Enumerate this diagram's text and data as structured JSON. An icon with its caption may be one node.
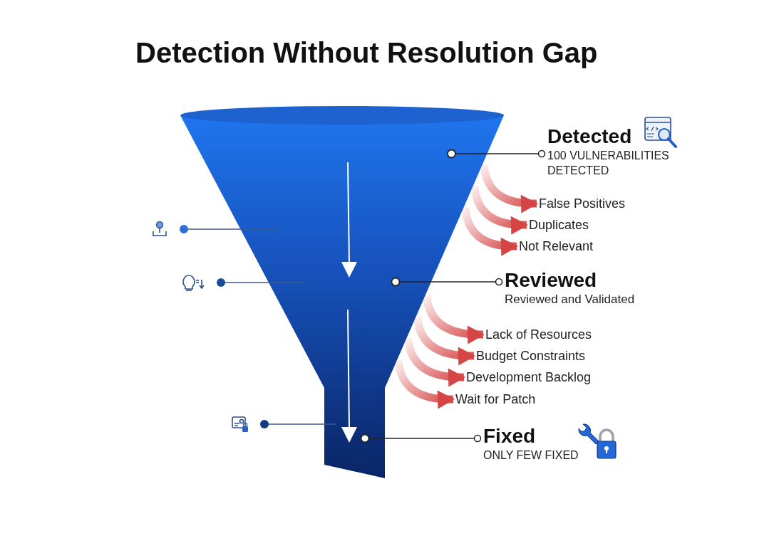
{
  "diagram": {
    "title": "Detection Without Resolution Gap",
    "nodes": [
      {
        "text": [],
        "shape": "funnel"
      },
      {
        "text": [
          "Detected",
          "100 VULNERABILITIES DETECTED"
        ]
      },
      {
        "text": [
          "Reviewed",
          "Reviewed and Validated"
        ]
      },
      {
        "text": [
          "Fixed",
          "ONLY FEW FIXED"
        ]
      },
      {
        "text": [],
        "shape": "icon"
      },
      {
        "text": [],
        "shape": "icon"
      },
      {
        "text": [],
        "shape": "icon"
      },
      {
        "text": [
          "False Positives"
        ]
      },
      {
        "text": [
          "Duplicates"
        ]
      },
      {
        "text": [
          "Not Relevant"
        ]
      },
      {
        "text": [
          "Lack of Resources"
        ]
      },
      {
        "text": [
          "Budget Constraints"
        ]
      },
      {
        "text": [
          "Development Backlog"
        ]
      },
      {
        "text": [
          "Wait for Patch"
        ]
      }
    ],
    "edges": [
      {
        "from": 1,
        "to": 0,
        "arrow": "other",
        "color": "#222222"
      },
      {
        "from": 2,
        "to": 0,
        "arrow": "other",
        "color": "#222222"
      },
      {
        "from": 3,
        "to": 0,
        "arrow": "other",
        "color": "#222222"
      },
      {
        "from": 4,
        "to": 0,
        "arrow": "other",
        "color": "#3d5a8a"
      },
      {
        "from": 5,
        "to": 0,
        "arrow": "other",
        "color": "#3d5a8a"
      },
      {
        "from": 6,
        "to": 0,
        "arrow": "other",
        "color": "#3d5a8a"
      },
      {
        "from": 0,
        "to": 7,
        "arrow": "to",
        "style": "thick"
      },
      {
        "from": 0,
        "to": 8,
        "arrow": "to",
        "style": "thick"
      },
      {
        "from": 0,
        "to": 9,
        "arrow": "to",
        "style": "thick"
      },
      {
        "from": 0,
        "to": 10,
        "arrow": "to",
        "style": "thick"
      },
      {
        "from": 0,
        "to": 11,
        "arrow": "to",
        "style": "thick"
      },
      {
        "from": 0,
        "to": 12,
        "arrow": "to",
        "style": "thick"
      },
      {
        "from": 0,
        "to": 13,
        "arrow": "to",
        "style": "thick"
      }
    ]
  }
}
